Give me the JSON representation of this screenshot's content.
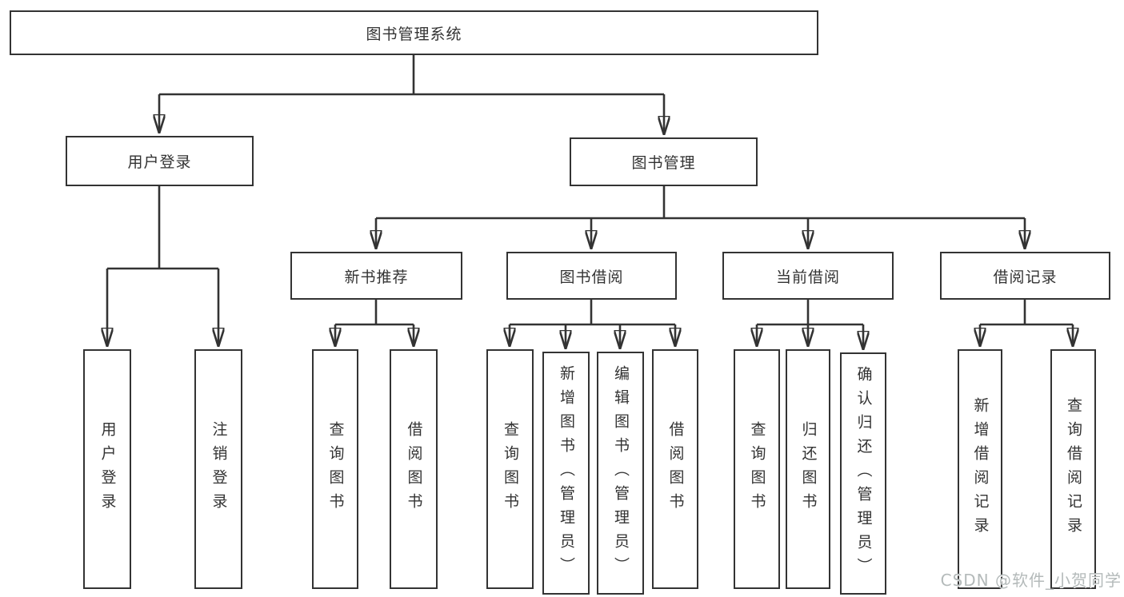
{
  "tree": {
    "root": "图书管理系统",
    "children": [
      {
        "label": "用户登录",
        "leaves": [
          "用户登录",
          "注销登录"
        ]
      },
      {
        "label": "图书管理",
        "children": [
          {
            "label": "新书推荐",
            "leaves": [
              "查询图书",
              "借阅图书"
            ]
          },
          {
            "label": "图书借阅",
            "leaves": [
              "查询图书",
              "新增图书（管理员）",
              "编辑图书（管理员）",
              "借阅图书"
            ]
          },
          {
            "label": "当前借阅",
            "leaves": [
              "查询图书",
              "归还图书",
              "确认归还（管理员）"
            ]
          },
          {
            "label": "借阅记录",
            "leaves": [
              "新增借阅记录",
              "查询借阅记录"
            ]
          }
        ]
      }
    ]
  },
  "colors": {
    "line": "#333333",
    "background": "#ffffff",
    "watermark": "#b4baba"
  },
  "watermark": "CSDN @软件_小贺同学"
}
